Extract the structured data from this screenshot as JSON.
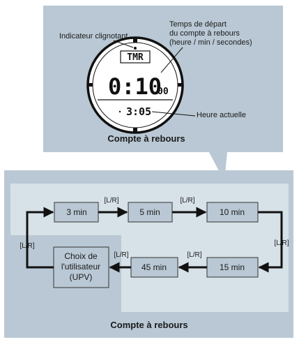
{
  "top_panel": {
    "callout_indicator": "Indicateur clignotant",
    "callout_start_time": [
      "Temps de départ",
      "du compte à rebours",
      "(heure / min / secondes)"
    ],
    "callout_current_time": "Heure actuelle",
    "caption": "Compte à rebours"
  },
  "watch": {
    "mode": "TMR",
    "timer_main": "0:10",
    "timer_seconds": "00",
    "current_time": "3:05"
  },
  "bottom_panel": {
    "caption": "Compte à rebours",
    "boxes": {
      "b3": "3 min",
      "b5": "5 min",
      "b10": "10 min",
      "b15": "15 min",
      "b45": "45 min",
      "user_line1": "Choix de",
      "user_line2": "l'utilisateur",
      "user_line3": "(UPV)"
    },
    "key_label": "[L/R]"
  },
  "colors": {
    "top_bg": "#b9c8d4",
    "bottom_bg": "#b9c8d4",
    "light_area": "#d7e1e8",
    "box_fill": "#b9c8d4",
    "arrow": "#111111"
  }
}
